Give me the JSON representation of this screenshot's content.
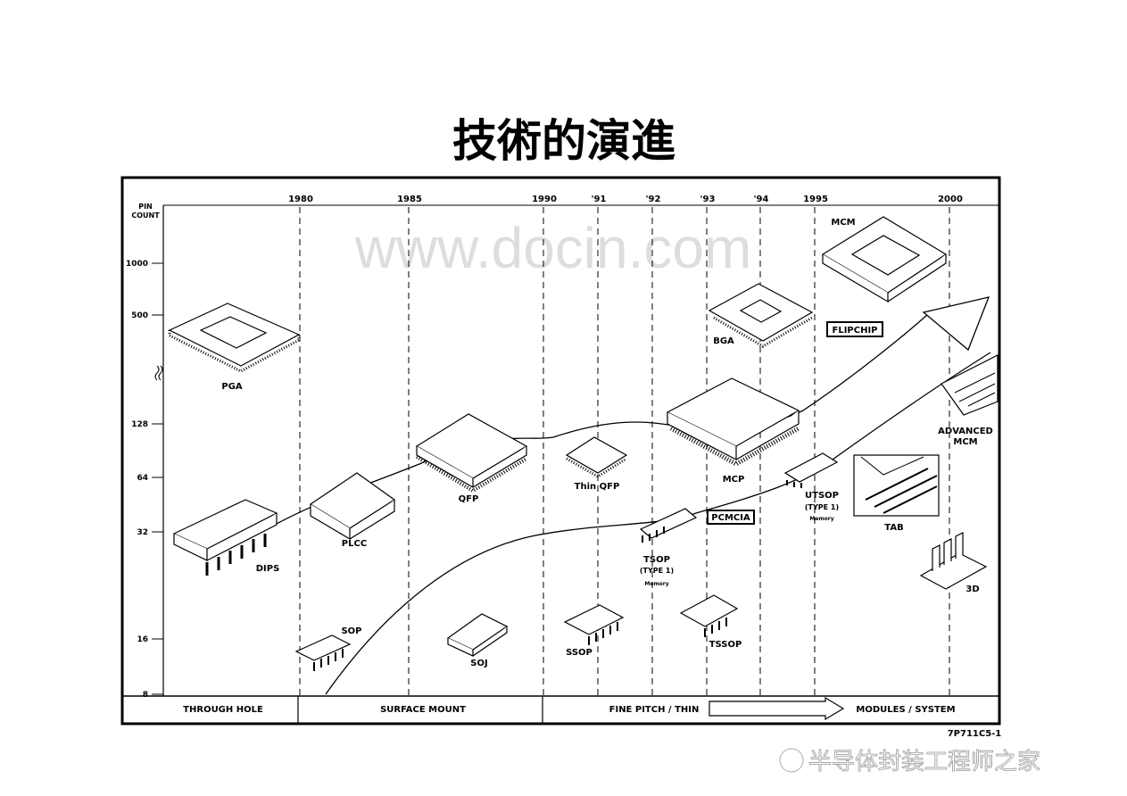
{
  "title": "技術的演進",
  "axis": {
    "y_label_line1": "PIN",
    "y_label_line2": "COUNT",
    "y_ticks": [
      "1000",
      "500",
      "128",
      "64",
      "32",
      "16",
      "8"
    ],
    "x_ticks": [
      "1980",
      "1985",
      "1990",
      "'91",
      "'92",
      "'93",
      "'94",
      "1995",
      "2000"
    ]
  },
  "eras": [
    "THROUGH HOLE",
    "SURFACE MOUNT",
    "FINE PITCH / THIN",
    "MODULES / SYSTEM"
  ],
  "packages": {
    "pga": "PGA",
    "dips": "DIPS",
    "plcc": "PLCC",
    "sop": "SOP",
    "qfp": "QFP",
    "soj": "SOJ",
    "thin_qfp": "Thin QFP",
    "tsop": "TSOP",
    "tsop_type": "(TYPE 1)",
    "tsop_mem": "Memory",
    "ssop": "SSOP",
    "mcp": "MCP",
    "pcmcia": "PCMCIA",
    "bga": "BGA",
    "flipchip": "FLIPCHIP",
    "mcm": "MCM",
    "utsop": "UTSOP",
    "utsop_type": "(TYPE 1)",
    "utsop_mem": "Memory",
    "tab": "TAB",
    "tssop": "TSSOP",
    "advanced_mcm_1": "ADVANCED",
    "advanced_mcm_2": "MCM",
    "three_d": "3D"
  },
  "figure_code": "7P711C5-1",
  "watermark": "www.docin.com",
  "footer_brand": "半导体封装工程师之家"
}
